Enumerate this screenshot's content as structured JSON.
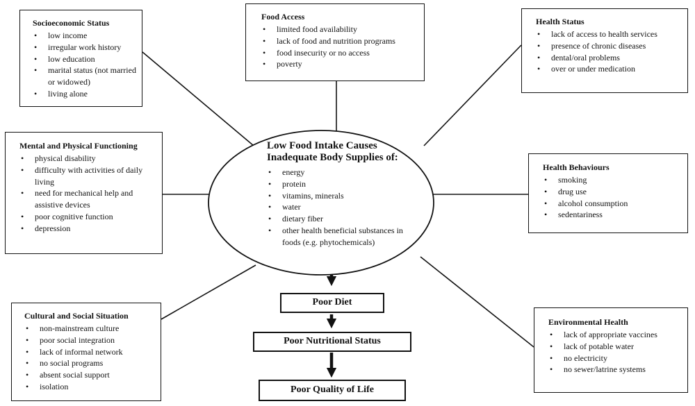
{
  "center": {
    "title_line1": "Low Food Intake Causes",
    "title_line2": "Inadequate Body Supplies of:",
    "items": [
      "energy",
      "protein",
      "vitamins, minerals",
      "water",
      "dietary fiber",
      "other health beneficial substances in foods (e.g. phytochemicals)"
    ]
  },
  "boxes": {
    "socioeconomic": {
      "title": "Socioeconomic Status",
      "items": [
        "low income",
        "irregular work history",
        "low education",
        "marital status (not married or widowed)",
        "living alone"
      ]
    },
    "food_access": {
      "title": "Food Access",
      "items": [
        "limited food availability",
        "lack of food and nutrition programs",
        "food insecurity or no access",
        "poverty"
      ]
    },
    "health_status": {
      "title": "Health Status",
      "items": [
        "lack of access to health services",
        "presence of chronic diseases",
        "dental/oral problems",
        "over or under medication"
      ]
    },
    "mental_physical": {
      "title": "Mental and Physical Functioning",
      "items": [
        "physical disability",
        "difficulty with activities of daily living",
        "need for mechanical help and assistive devices",
        "poor cognitive function",
        "depression"
      ]
    },
    "health_behaviours": {
      "title": "Health Behaviours",
      "items": [
        "smoking",
        "drug use",
        "alcohol consumption",
        "sedentariness"
      ]
    },
    "cultural_social": {
      "title": "Cultural and Social Situation",
      "items": [
        "non-mainstream culture",
        "poor social integration",
        "lack of informal network",
        "no social programs",
        "absent social support",
        "isolation"
      ]
    },
    "environmental": {
      "title": "Environmental Health",
      "items": [
        "lack of appropriate vaccines",
        "lack of potable water",
        "no electricity",
        "no sewer/latrine systems"
      ]
    }
  },
  "outcomes": {
    "poor_diet": "Poor Diet",
    "poor_nutritional_status": "Poor Nutritional Status",
    "poor_quality_of_life": "Poor Quality of Life"
  }
}
